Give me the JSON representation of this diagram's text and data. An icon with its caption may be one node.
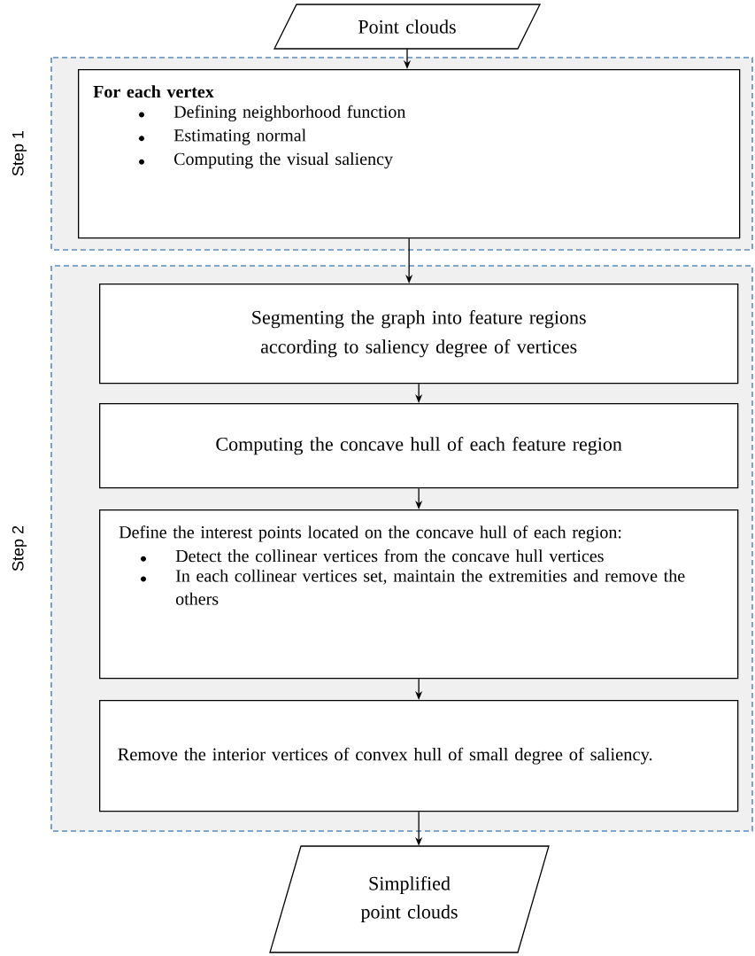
{
  "diagram": {
    "nodes": [
      {
        "text": [
          "Point clouds"
        ]
      },
      {
        "text": [
          "Step 1"
        ]
      },
      {
        "text": [
          "For each vertex",
          "Defining neighborhood function",
          "Estimating normal",
          "Computing the visual saliency"
        ],
        "in": 1
      },
      {
        "text": [
          "Step 2"
        ]
      },
      {
        "text": [
          "Segmenting the graph into feature regions according to saliency degree of vertices"
        ],
        "in": 3
      },
      {
        "text": [
          "Computing the concave hull of each feature region"
        ],
        "in": 3
      },
      {
        "text": [
          "Define the interest points located on the concave hull of each region:",
          "Detect the collinear vertices from the concave hull vertices",
          "In each collinear vertices set, maintain the extremities and remove the others"
        ],
        "in": 3
      },
      {
        "text": [
          "Remove the interior vertices of convex hull of small degree of saliency."
        ],
        "in": 3
      },
      {
        "text": [
          "Simplified point clouds"
        ]
      }
    ],
    "edges": [
      {
        "from": 0,
        "to": 2,
        "arrow": "to"
      },
      {
        "from": 2,
        "to": 4,
        "arrow": "to"
      },
      {
        "from": 4,
        "to": 5,
        "arrow": "to"
      },
      {
        "from": 5,
        "to": 6,
        "arrow": "to"
      },
      {
        "from": 6,
        "to": 7,
        "arrow": "to"
      },
      {
        "from": 7,
        "to": 8,
        "arrow": "to"
      }
    ]
  }
}
